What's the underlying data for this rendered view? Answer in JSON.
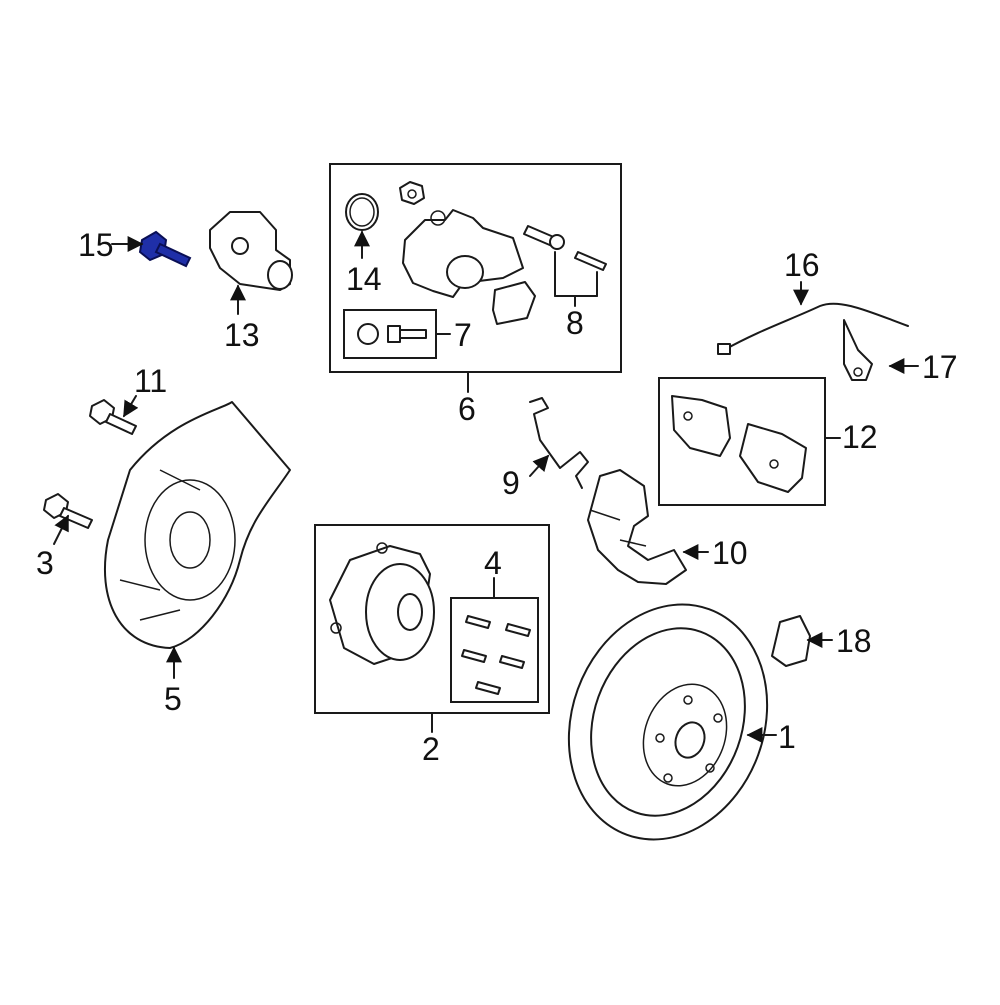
{
  "diagram": {
    "highlight_color": "#1f2fa8",
    "line_color": "#1a1a1a",
    "callouts": [
      {
        "id": "1",
        "label": "1"
      },
      {
        "id": "2",
        "label": "2"
      },
      {
        "id": "3",
        "label": "3"
      },
      {
        "id": "4",
        "label": "4"
      },
      {
        "id": "5",
        "label": "5"
      },
      {
        "id": "6",
        "label": "6"
      },
      {
        "id": "7",
        "label": "7"
      },
      {
        "id": "8",
        "label": "8"
      },
      {
        "id": "9",
        "label": "9"
      },
      {
        "id": "10",
        "label": "10"
      },
      {
        "id": "11",
        "label": "11"
      },
      {
        "id": "12",
        "label": "12"
      },
      {
        "id": "13",
        "label": "13"
      },
      {
        "id": "14",
        "label": "14"
      },
      {
        "id": "15",
        "label": "15",
        "highlighted": true
      },
      {
        "id": "16",
        "label": "16"
      },
      {
        "id": "17",
        "label": "17"
      },
      {
        "id": "18",
        "label": "18"
      }
    ]
  }
}
